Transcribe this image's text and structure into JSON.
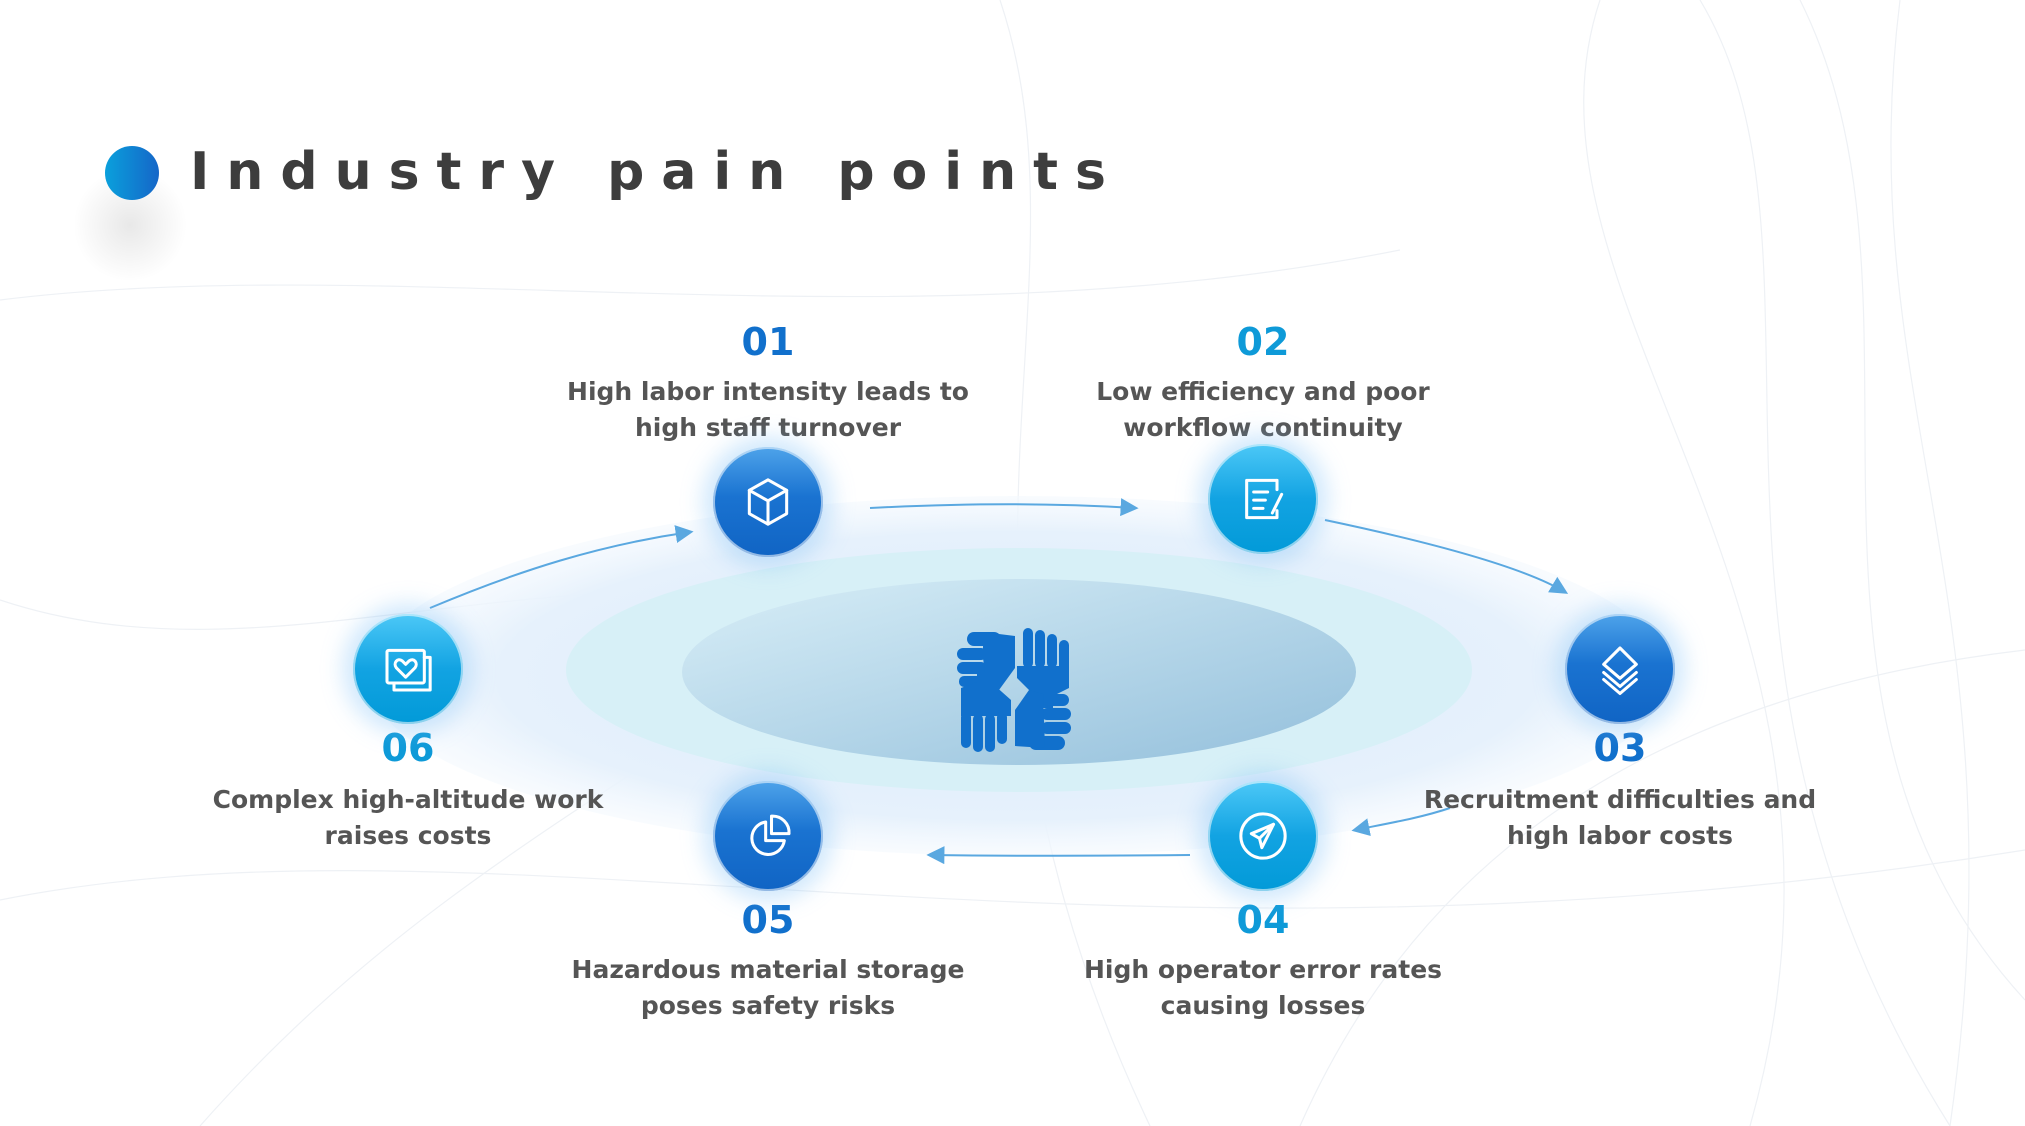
{
  "slide": {
    "title": "Industry pain points",
    "accent_colors": {
      "primary_blue": "#1170cc",
      "cyan_blue": "#0e9ad8",
      "title_text": "#3d3d3d",
      "label_text": "#555555"
    }
  },
  "center": {
    "icon": "teamwork-hands-icon"
  },
  "pain_points": [
    {
      "number": "01",
      "line1": "High labor intensity leads to",
      "line2": "high staff turnover",
      "icon": "cube-icon",
      "tone": "dark"
    },
    {
      "number": "02",
      "line1": "Low efficiency and poor",
      "line2": "workflow continuity",
      "icon": "document-edit-icon",
      "tone": "light"
    },
    {
      "number": "03",
      "line1": "Recruitment difficulties and",
      "line2": "high labor costs",
      "icon": "layers-icon",
      "tone": "dark"
    },
    {
      "number": "04",
      "line1": "High operator error rates",
      "line2": "causing losses",
      "icon": "paper-plane-icon",
      "tone": "light"
    },
    {
      "number": "05",
      "line1": "Hazardous material storage",
      "line2": "poses safety risks",
      "icon": "pie-chart-icon",
      "tone": "dark"
    },
    {
      "number": "06",
      "line1": "Complex high-altitude work",
      "line2": "raises costs",
      "icon": "photo-heart-icon",
      "tone": "light"
    }
  ]
}
